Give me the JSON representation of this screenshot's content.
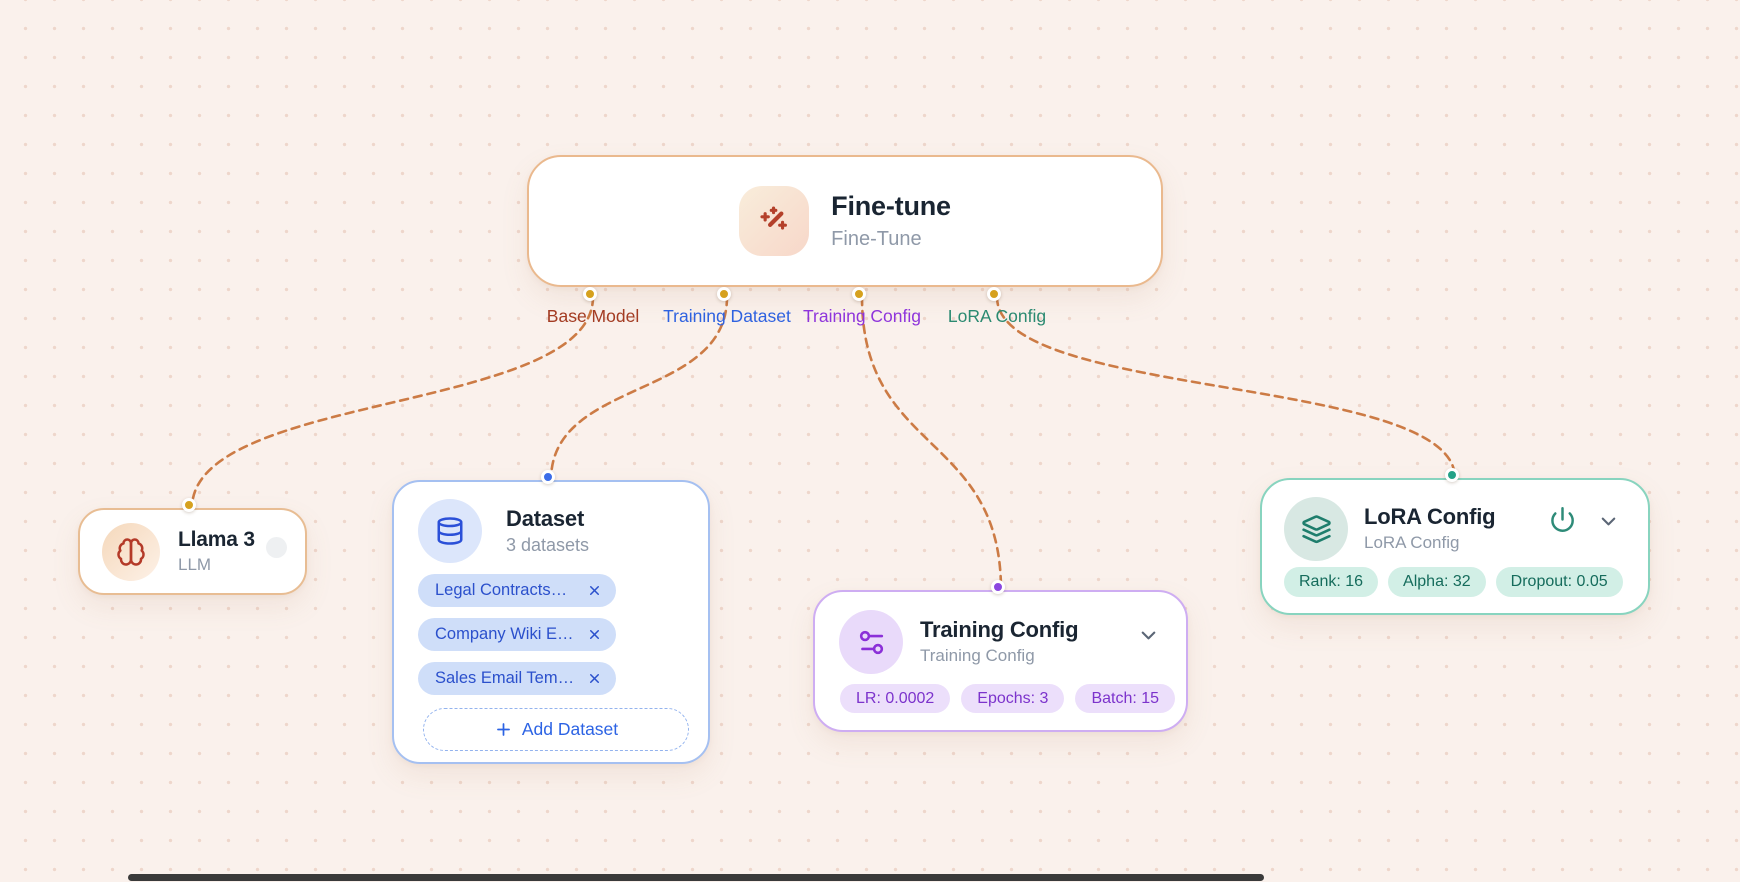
{
  "colors": {
    "edge": "#cc7b45",
    "source_handle": "#d6a11e",
    "port_base_model": "#a33b22",
    "port_training_dataset": "#2f62e0",
    "port_training_config": "#8f35db",
    "port_lora_config": "#2b8a71",
    "dataset_accent": "#2b50cc",
    "training_accent": "#7c33cc",
    "lora_accent": "#156c5c"
  },
  "fine_tune_node": {
    "title": "Fine-tune",
    "subtitle": "Fine-Tune",
    "icon": "wand-sparkles-icon",
    "ports": [
      {
        "label": "Base Model"
      },
      {
        "label": "Training Dataset"
      },
      {
        "label": "Training Config"
      },
      {
        "label": "LoRA Config"
      }
    ]
  },
  "llama_node": {
    "title": "Llama 3",
    "subtitle": "LLM",
    "icon": "brain-icon"
  },
  "dataset_node": {
    "title": "Dataset",
    "subtitle": "3 datasets",
    "icon": "database-icon",
    "tags": [
      "Legal Contracts…",
      "Company Wiki E…",
      "Sales Email Tem…"
    ],
    "add_button_label": "Add Dataset"
  },
  "training_config_node": {
    "title": "Training Config",
    "subtitle": "Training Config",
    "icon": "sliders-icon",
    "tags": [
      "LR: 0.0002",
      "Epochs: 3",
      "Batch: 15"
    ]
  },
  "lora_config_node": {
    "title": "LoRA Config",
    "subtitle": "LoRA Config",
    "icon": "layers-icon",
    "tags": [
      "Rank: 16",
      "Alpha: 32",
      "Dropout: 0.05"
    ]
  }
}
